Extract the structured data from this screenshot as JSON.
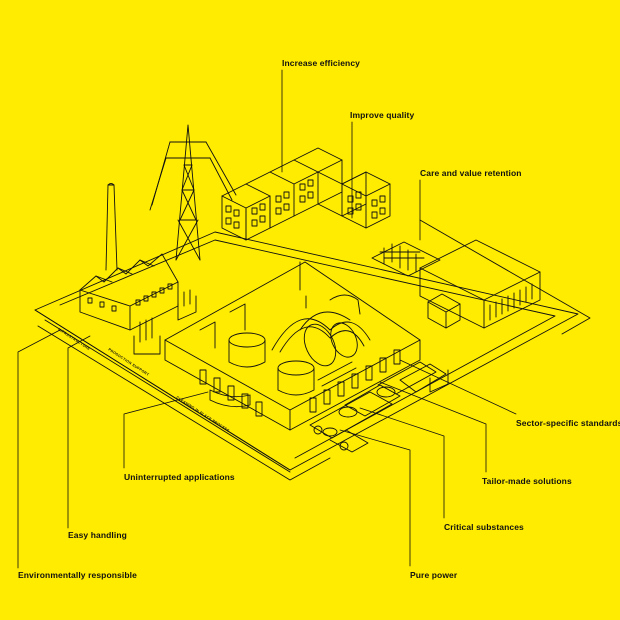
{
  "colors": {
    "background": "#ffec00",
    "ink": "#111111"
  },
  "callouts": [
    {
      "id": "increase-efficiency",
      "text": "Increase efficiency"
    },
    {
      "id": "improve-quality",
      "text": "Improve quality"
    },
    {
      "id": "care-and-value-retention",
      "text": "Care and value retention"
    },
    {
      "id": "sector-specific-standards",
      "text": "Sector-specific standards"
    },
    {
      "id": "tailor-made-solutions",
      "text": "Tailor-made solutions"
    },
    {
      "id": "critical-substances",
      "text": "Critical substances"
    },
    {
      "id": "pure-power",
      "text": "Pure power"
    },
    {
      "id": "uninterrupted-applications",
      "text": "Uninterrupted applications"
    },
    {
      "id": "easy-handling",
      "text": "Easy handling"
    },
    {
      "id": "environmentally-responsible",
      "text": "Environmentally responsible"
    }
  ],
  "strip_labels": [
    {
      "id": "infrastructure",
      "text": "INFRASTRUCTURE"
    },
    {
      "id": "production-support",
      "text": "PRODUCTION SUPPORT"
    },
    {
      "id": "cleaning-in-place",
      "text": "CLEANING IN PLACE PROCESS"
    }
  ]
}
